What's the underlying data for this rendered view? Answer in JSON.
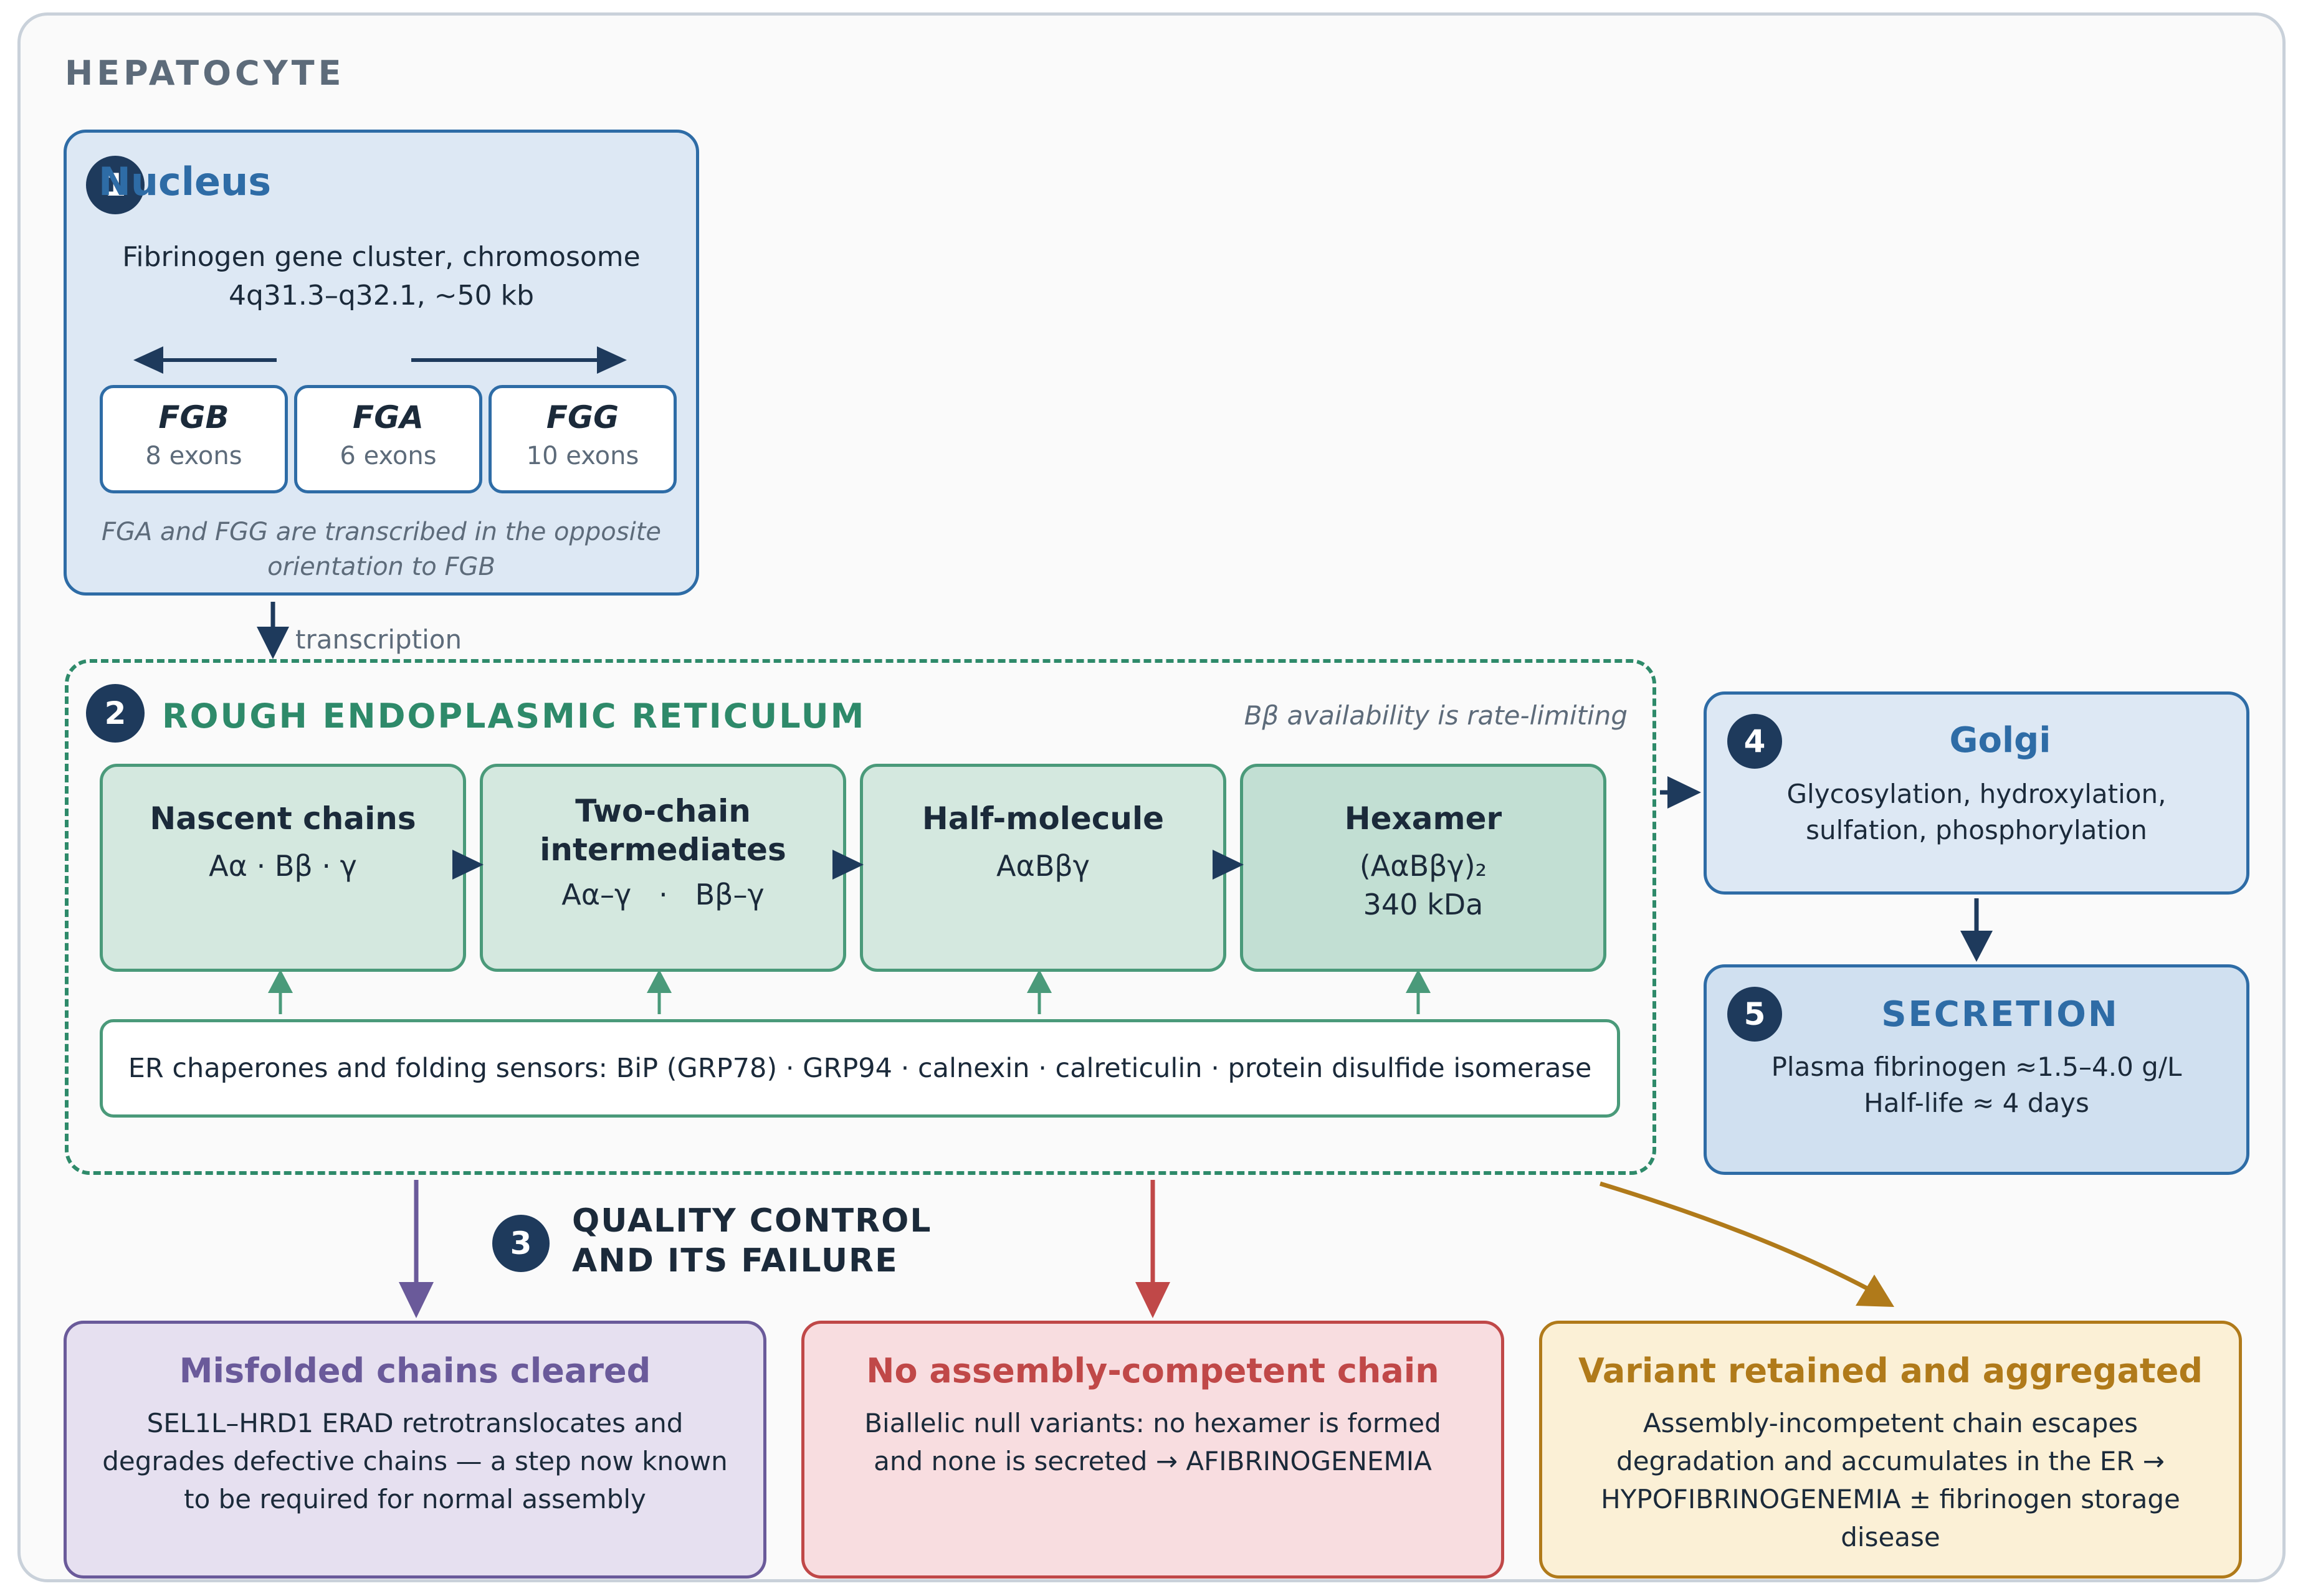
{
  "cell_label": "HEPATOCYTE",
  "nucleus": {
    "step": "1",
    "title": "Nucleus",
    "description": "Fibrinogen gene cluster, chromosome 4q31.3–q32.1, ~50 kb",
    "genes": [
      {
        "name": "FGB",
        "exons": "8 exons"
      },
      {
        "name": "FGA",
        "exons": "6 exons"
      },
      {
        "name": "FGG",
        "exons": "10 exons"
      }
    ],
    "note": "FGA and FGG are transcribed in the opposite orientation to FGB"
  },
  "transcription_label": "transcription",
  "er": {
    "step": "2",
    "title": "ROUGH ENDOPLASMIC RETICULUM",
    "note": "Bβ availability is rate-limiting",
    "stages": [
      {
        "title": "Nascent chains",
        "value": "Aα · Bβ · γ"
      },
      {
        "title": "Two-chain intermediates",
        "value": "Aα–γ   ·   Bβ–γ"
      },
      {
        "title": "Half-molecule",
        "value": "AαBβγ"
      },
      {
        "title": "Hexamer",
        "value": "(AαBβγ)₂",
        "value2": "340 kDa"
      }
    ],
    "chaperones": "ER chaperones and folding sensors: BiP (GRP78) · GRP94 · calnexin · calreticulin · protein disulfide isomerase"
  },
  "golgi": {
    "step": "4",
    "title": "Golgi",
    "body": "Glycosylation, hydroxylation, sulfation, phosphorylation"
  },
  "secretion": {
    "step": "5",
    "title": "SECRETION",
    "line1": "Plasma fibrinogen ≈1.5–4.0 g/L",
    "line2": "Half-life ≈ 4 days"
  },
  "quality_control": {
    "step": "3",
    "title_line1": "QUALITY CONTROL",
    "title_line2": "AND ITS FAILURE"
  },
  "outcomes": [
    {
      "title": "Misfolded chains cleared",
      "body": "SEL1L–HRD1 ERAD retrotranslocates and degrades defective chains — a step now known to be required for normal assembly",
      "color": "#6a5a9a",
      "bg": "#e6e0f0"
    },
    {
      "title": "No assembly-competent chain",
      "body": "Biallelic null variants: no hexamer is formed and none is secreted → AFIBRINOGENEMIA",
      "color": "#c04848",
      "bg": "#f8dde0"
    },
    {
      "title": "Variant retained and aggregated",
      "body": "Assembly-incompetent chain escapes degradation and accumulates in the ER → HYPOFIBRINOGENEMIA ± fibrinogen storage disease",
      "color": "#b07a1a",
      "bg": "#fbf0d6"
    }
  ],
  "colors": {
    "navy": "#1e3a5c",
    "blue": "#2e6ca6",
    "green": "#2e8a6a",
    "purple": "#6a5a9a",
    "red": "#c04848",
    "gold": "#b07a1a"
  }
}
